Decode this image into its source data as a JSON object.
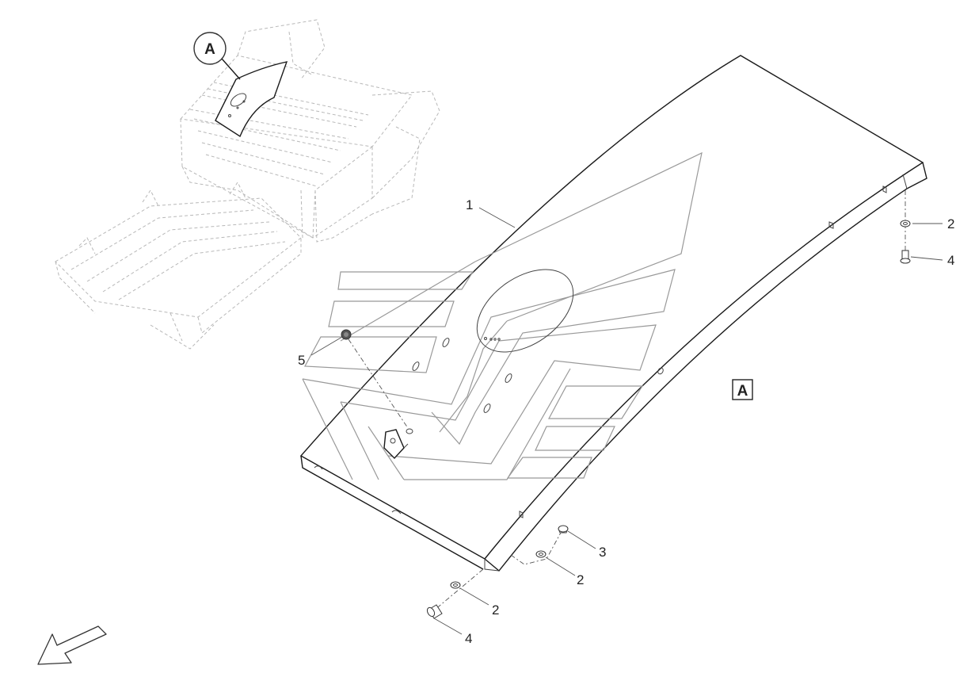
{
  "detail_view": {
    "label": "A"
  },
  "view_marker": {
    "label": "A"
  },
  "callouts": [
    {
      "id": "panel",
      "label": "1"
    },
    {
      "id": "washer-right",
      "label": "2"
    },
    {
      "id": "bolt-right",
      "label": "4"
    },
    {
      "id": "nut-top",
      "label": "5"
    },
    {
      "id": "cap-bottom",
      "label": "3"
    },
    {
      "id": "washer-bottom-right",
      "label": "2"
    },
    {
      "id": "washer-bottom-left",
      "label": "2"
    },
    {
      "id": "bolt-bottom",
      "label": "4"
    }
  ],
  "icons": {
    "direction_arrow": "arrow-down-left-icon"
  },
  "colors": {
    "line": "#1a1a1a",
    "ghost": "#b8b8b8",
    "graphic": "#999999"
  }
}
